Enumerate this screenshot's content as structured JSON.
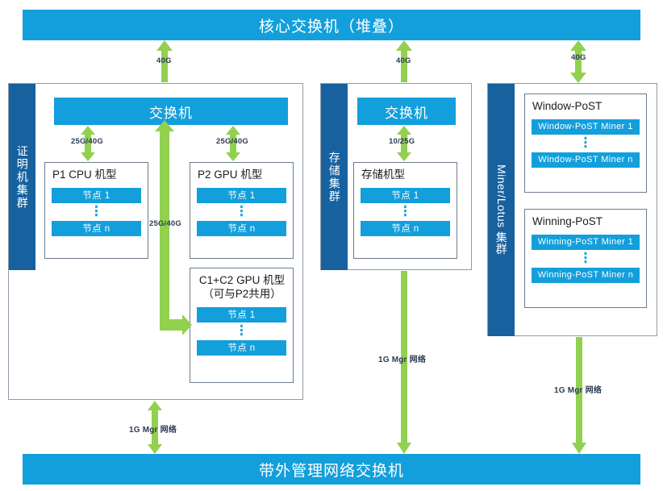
{
  "diagram": {
    "title_top": "核心交换机（堆叠）",
    "title_bottom": "带外管理网络交换机"
  },
  "colors": {
    "accent_blue": "#139fdb",
    "dark_blue": "#17619f",
    "green_arrow": "#92d050",
    "frame_gray": "#8f9ba8",
    "label_text": "#2b3d52"
  },
  "clusters": [
    {
      "id": "proof",
      "label": "证明机集群",
      "switch_label": "交换机",
      "groups": [
        {
          "id": "p1",
          "title": "P1 CPU 机型",
          "nodes": [
            "节点 1",
            "节点 n"
          ],
          "dots": "⋮"
        },
        {
          "id": "p2",
          "title": "P2 GPU 机型",
          "nodes": [
            "节点 1",
            "节点 n"
          ],
          "dots": "⋮"
        },
        {
          "id": "c1c2",
          "title": "C1+C2 GPU 机型\n（可与P2共用）",
          "nodes": [
            "节点 1",
            "节点 n"
          ],
          "dots": "⋮"
        }
      ]
    },
    {
      "id": "storage",
      "label": "存储集群",
      "switch_label": "交换机",
      "groups": [
        {
          "id": "storage-type",
          "title": "存储机型",
          "nodes": [
            "节点 1",
            "节点 n"
          ],
          "dots": "⋮"
        }
      ]
    },
    {
      "id": "miner",
      "label": "Miner/Lotus 集群",
      "switch_label": "",
      "groups": [
        {
          "id": "window-post",
          "title": "Window-PoST",
          "nodes": [
            "Window-PoST Miner 1",
            "Window-PoST Miner n"
          ],
          "dots": "⋮"
        },
        {
          "id": "winning-post",
          "title": "Winning-PoST",
          "nodes": [
            "Winning-PoST Miner 1",
            "Winning-PoST Miner n"
          ],
          "dots": "⋮"
        }
      ]
    }
  ],
  "links": {
    "core_to_proof": "40G",
    "core_to_storage": "40G",
    "core_to_miner": "40G",
    "proof_switch_to_p1": "25G/40G",
    "proof_switch_to_p2": "25G/40G",
    "proof_switch_to_c1c2": "25G/40G",
    "storage_switch_to_nodes": "10/25G",
    "mgmt_proof": "1G Mgr 网络",
    "mgmt_storage": "1G Mgr 网络",
    "mgmt_miner": "1G Mgr 网络"
  }
}
